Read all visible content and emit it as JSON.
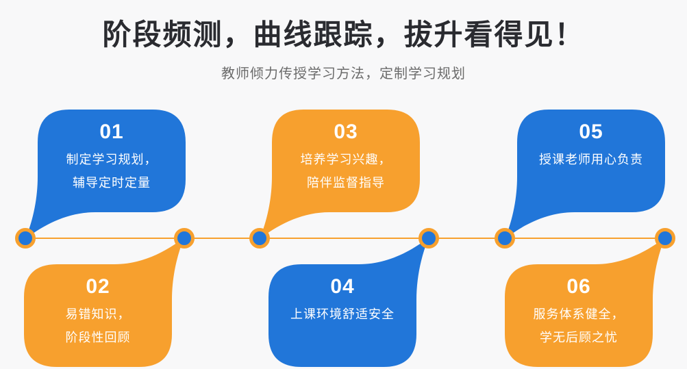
{
  "header": {
    "title": "阶段频测，曲线跟踪，拔升看得见！",
    "subtitle": "教师倾力传授学习方法，定制学习规划"
  },
  "colors": {
    "blue": "#2176d9",
    "orange": "#f7a02e",
    "background": "#f8f8f9",
    "title_text": "#2a2b30",
    "subtitle_text": "#6b6b6b",
    "bubble_text": "#ffffff"
  },
  "timeline": {
    "node_count": 6,
    "steps": [
      {
        "number": "01",
        "color": "blue",
        "position": "top",
        "lines": [
          "制定学习规划，",
          "辅导定时定量"
        ]
      },
      {
        "number": "02",
        "color": "orange",
        "position": "bottom",
        "lines": [
          "易错知识，",
          "阶段性回顾"
        ]
      },
      {
        "number": "03",
        "color": "orange",
        "position": "top",
        "lines": [
          "培养学习兴趣，",
          "陪伴监督指导"
        ]
      },
      {
        "number": "04",
        "color": "blue",
        "position": "bottom",
        "lines": [
          "上课环境舒适安全"
        ]
      },
      {
        "number": "05",
        "color": "blue",
        "position": "top",
        "lines": [
          "授课老师用心负责"
        ]
      },
      {
        "number": "06",
        "color": "orange",
        "position": "bottom",
        "lines": [
          "服务体系健全，",
          "学无后顾之忧"
        ]
      }
    ]
  }
}
